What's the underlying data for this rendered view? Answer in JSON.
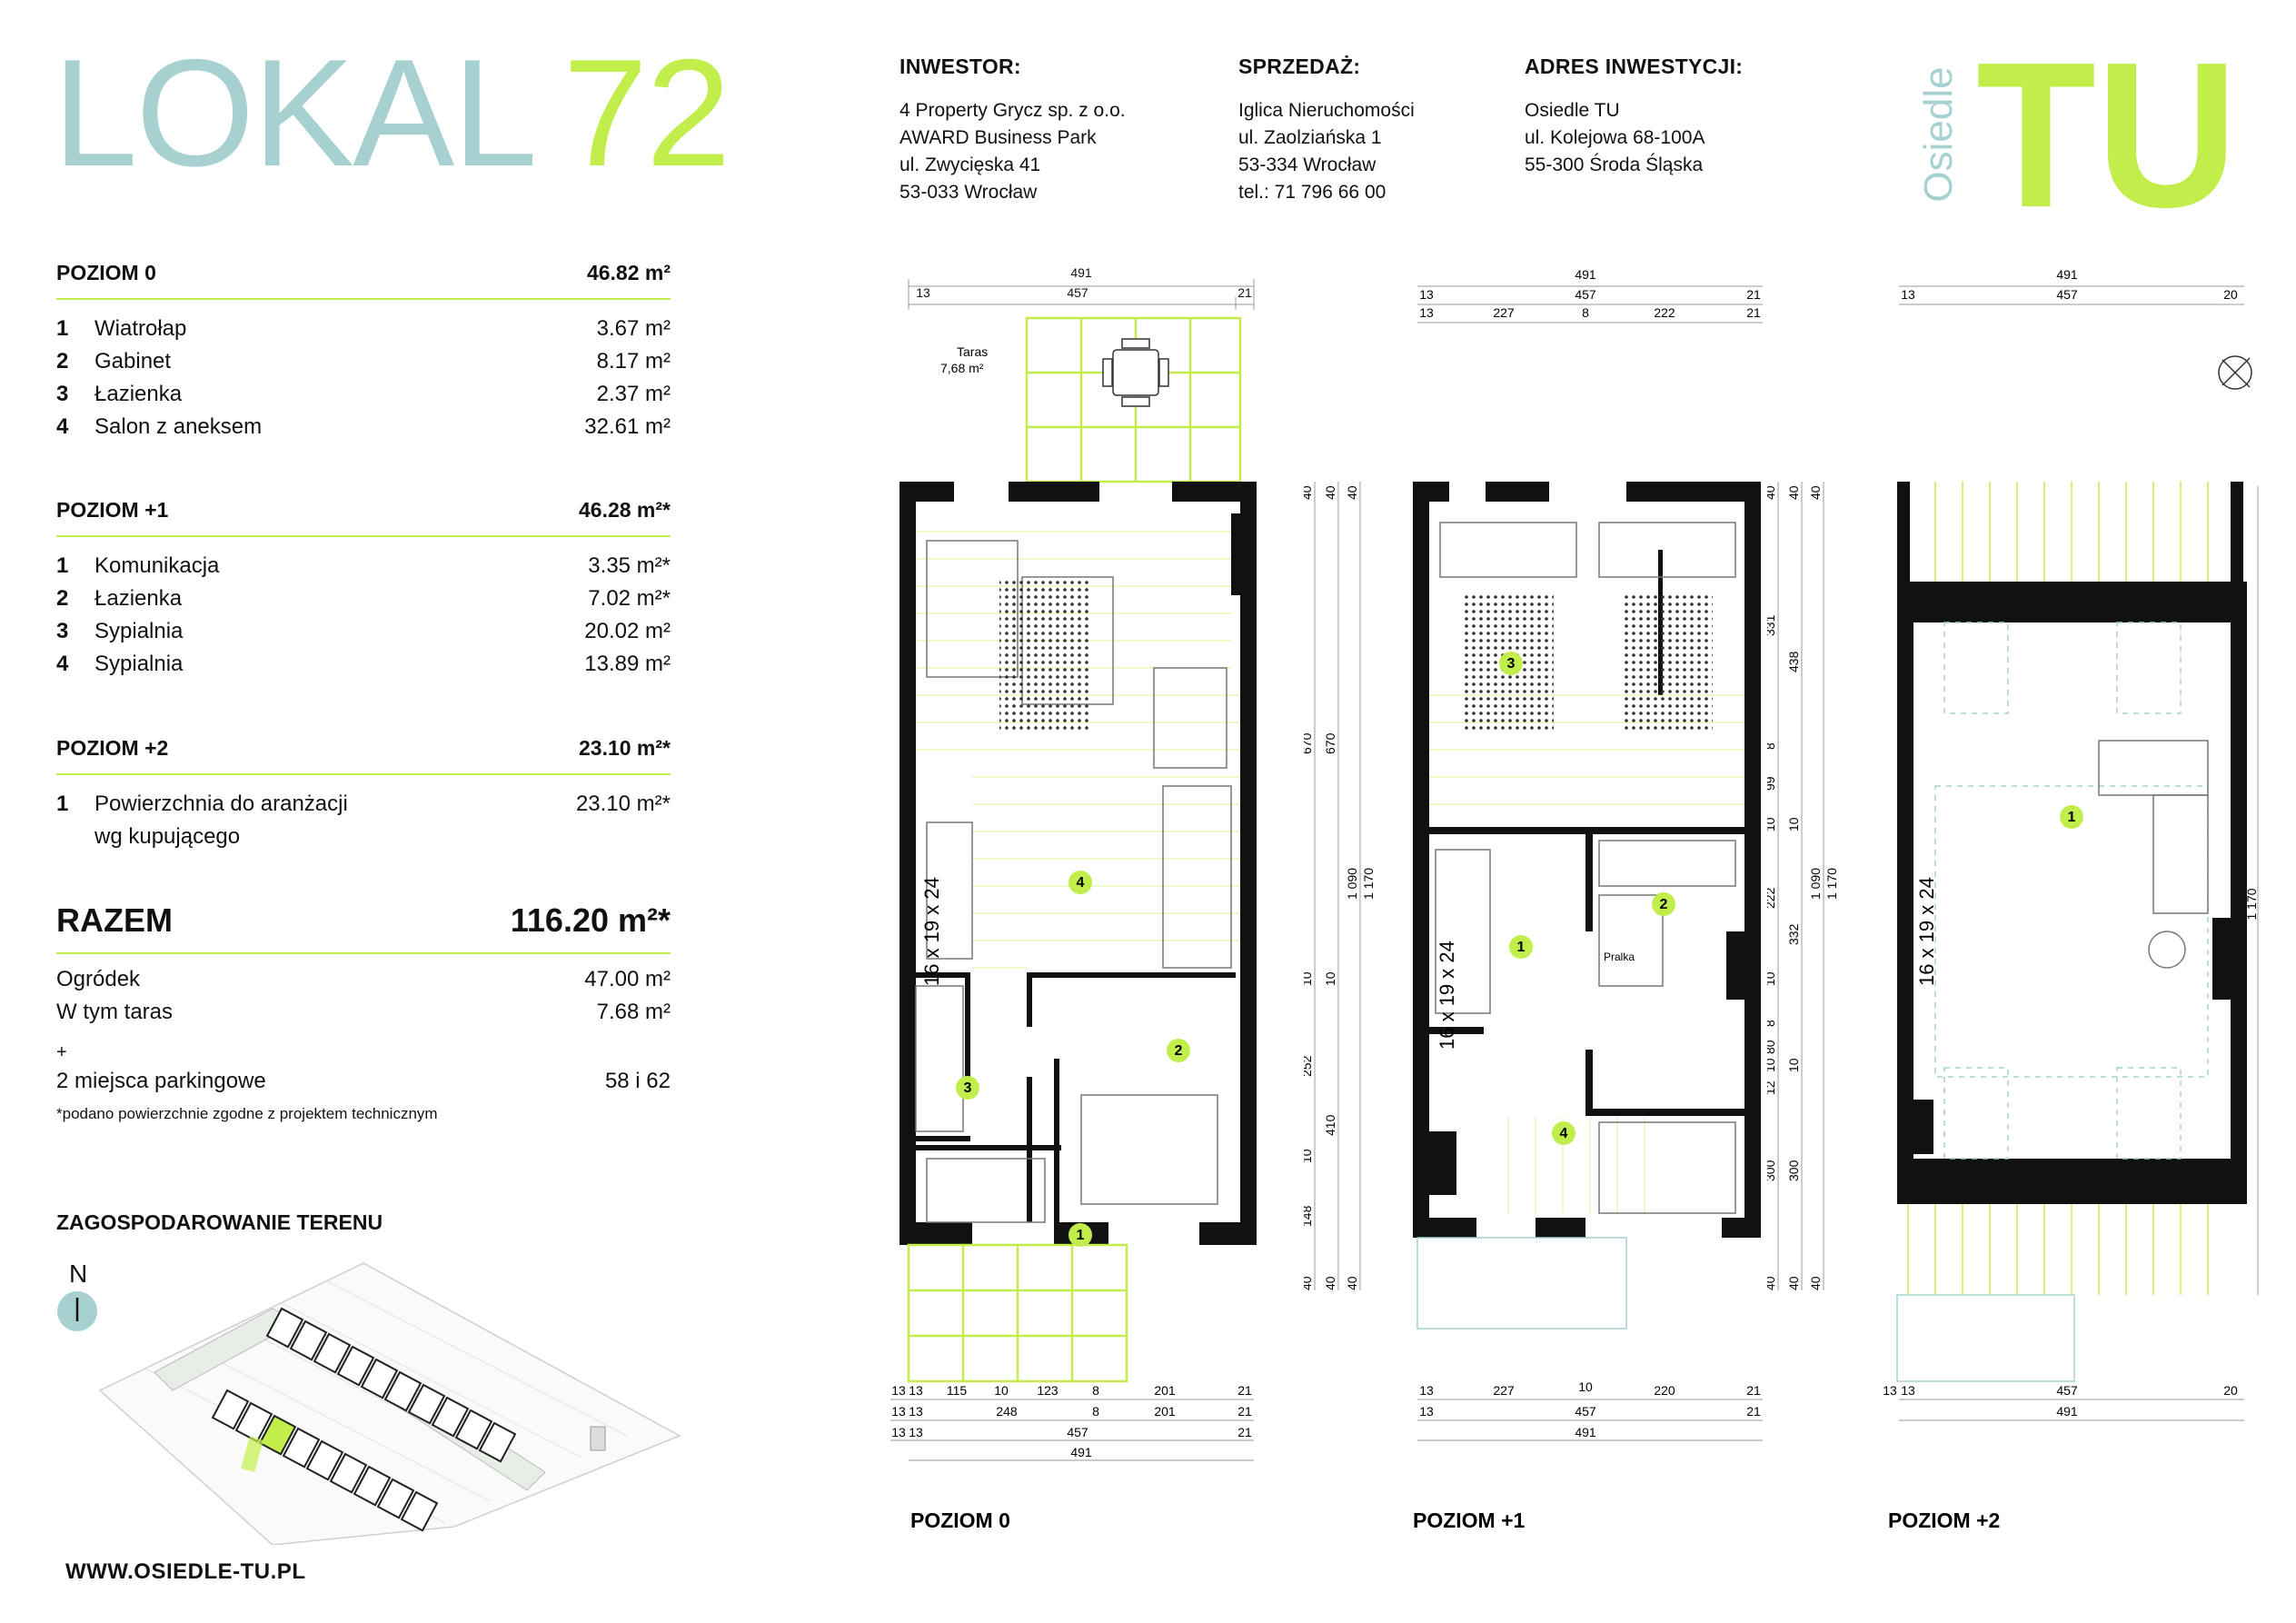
{
  "title": {
    "part1": "LOKAL",
    "part2": "72"
  },
  "investor": {
    "heading": "INWESTOR:",
    "lines": "4 Property Grycz sp. z o.o.\nAWARD Business Park\nul. Zwycięska 41\n53-033 Wrocław"
  },
  "sales": {
    "heading": "SPRZEDAŻ:",
    "lines": "Iglica Nieruchomości\nul. Zaolziańska 1\n53-334 Wrocław\ntel.: 71 796 66 00"
  },
  "address": {
    "heading": "ADRES INWESTYCJI:",
    "lines": "Osiedle TU\nul. Kolejowa 68-100A\n55-300 Środa Śląska"
  },
  "logo": {
    "word": "Osiedle",
    "mark": "TU"
  },
  "levels": [
    {
      "name": "POZIOM 0",
      "area": "46.82 m²",
      "rooms": [
        {
          "n": "1",
          "name": "Wiatrołap",
          "area": "3.67 m²"
        },
        {
          "n": "2",
          "name": "Gabinet",
          "area": "8.17 m²"
        },
        {
          "n": "3",
          "name": "Łazienka",
          "area": "2.37 m²"
        },
        {
          "n": "4",
          "name": "Salon z aneksem",
          "area": "32.61 m²"
        }
      ]
    },
    {
      "name": "POZIOM +1",
      "area": "46.28 m²*",
      "rooms": [
        {
          "n": "1",
          "name": "Komunikacja",
          "area": "3.35 m²*"
        },
        {
          "n": "2",
          "name": "Łazienka",
          "area": "7.02 m²*"
        },
        {
          "n": "3",
          "name": "Sypialnia",
          "area": "20.02 m²"
        },
        {
          "n": "4",
          "name": "Sypialnia",
          "area": "13.89 m²"
        }
      ]
    },
    {
      "name": "POZIOM +2",
      "area": "23.10 m²*",
      "rooms": [
        {
          "n": "1",
          "name": "Powierzchnia do aranżacji",
          "name2": "wg kupującego",
          "area": "23.10 m²*"
        }
      ]
    }
  ],
  "total": {
    "label": "RAZEM",
    "area": "116.20 m²*"
  },
  "extras": [
    {
      "label": "Ogródek",
      "value": "47.00 m²"
    },
    {
      "label": "W tym taras",
      "value": "7.68 m²"
    }
  ],
  "plus": "+",
  "parking": {
    "label": "2 miejsca parkingowe",
    "value": "58 i 62"
  },
  "footnote": "*podano powierzchnie zgodne z projektem technicznym",
  "site": {
    "heading": "ZAGOSPODAROWANIE TERENU",
    "north": "N"
  },
  "website": "WWW.OSIEDLE-TU.PL",
  "plans": {
    "p0": {
      "label": "POZIOM 0",
      "terrace": "Taras",
      "terrace_area": "7,68 m²",
      "stair": "16 x 19 x 24",
      "top_dims": [
        "491",
        "13",
        "457",
        "21"
      ],
      "bottom_rows": [
        [
          "13",
          "13",
          "115",
          "10",
          "123",
          "8",
          "201",
          "21"
        ],
        [
          "13",
          "13",
          "248",
          "8",
          "201",
          "21"
        ],
        [
          "13",
          "13",
          "457",
          "21"
        ],
        [
          "491"
        ]
      ],
      "side_a": [
        "40",
        "670",
        "10",
        "252",
        "10",
        "148",
        "40"
      ],
      "side_b": [
        "40",
        "670",
        "10",
        "410",
        "40"
      ],
      "side_c": [
        "40",
        "1 090",
        "40"
      ],
      "side_d": [
        "1 170"
      ],
      "rooms": [
        "1",
        "2",
        "3",
        "4"
      ]
    },
    "p1": {
      "label": "POZIOM +1",
      "stair": "16 x 19 x 24",
      "appliance": "Pralka",
      "top_dims": [
        "491",
        "13",
        "457",
        "21",
        "13",
        "227",
        "8",
        "222",
        "21"
      ],
      "bottom_rows": [
        [
          "13",
          "227",
          "10",
          "220",
          "21"
        ],
        [
          "13",
          "457",
          "21"
        ],
        [
          "491"
        ]
      ],
      "side_a": [
        "40",
        "331",
        "8",
        "99",
        "10",
        "222",
        "10",
        "8",
        "10",
        "12",
        "80",
        "300",
        "40"
      ],
      "side_b": [
        "40",
        "438",
        "10",
        "332",
        "10",
        "300",
        "40"
      ],
      "side_c": [
        "40",
        "1 090",
        "40"
      ],
      "side_d": [
        "1 170"
      ],
      "rooms": [
        "1",
        "2",
        "3",
        "4"
      ]
    },
    "p2": {
      "label": "POZIOM +2",
      "stair": "16 x 19 x 24",
      "top_dims": [
        "491",
        "13",
        "457",
        "20"
      ],
      "bottom_rows": [
        [
          "13",
          "13",
          "457",
          "20"
        ],
        [
          "491"
        ]
      ],
      "side_d": [
        "1 170"
      ],
      "rooms": [
        "1"
      ]
    }
  },
  "colors": {
    "teal": "#a7d1d1",
    "lime": "#c2ee4c",
    "wall": "#111111"
  }
}
